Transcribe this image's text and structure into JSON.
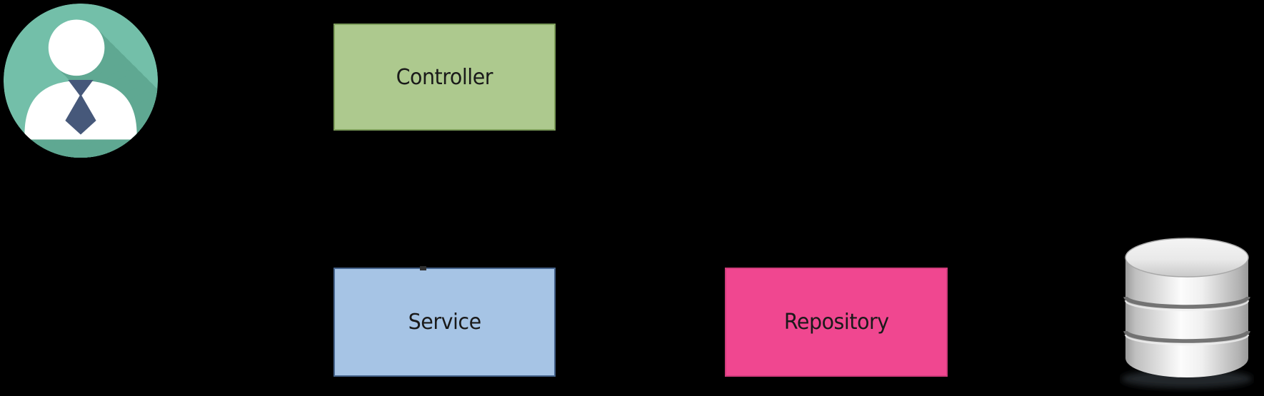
{
  "canvas": {
    "background": "#000000"
  },
  "diagram": {
    "nodes": {
      "user": {
        "icon": "user-icon",
        "colors": {
          "circle": "#73BFA9",
          "long_shadow": "#5FA892",
          "figure": "#FFFFFF",
          "tie": "#46587A"
        }
      },
      "controller": {
        "label": "Controller",
        "fill": "#ADC98E",
        "border": "#7FA05C",
        "text_color": "#1A1A1A"
      },
      "service": {
        "label": "Service",
        "fill": "#A6C4E5",
        "border": "#46648C",
        "text_color": "#1A1A1A"
      },
      "repository": {
        "label": "Repository",
        "fill": "#F04790",
        "border": "#D13C7C",
        "text_color": "#1A1A1A"
      },
      "database": {
        "icon": "database-icon",
        "colors": {
          "body_edge": "#9B9B9B",
          "body_highlight": "#FCFCFC",
          "top_surface": "#E9E9E9",
          "groove": "#6E6E6E",
          "ground_shadow": "#22272A"
        }
      }
    },
    "connector_remnant": {
      "color": "#2F2F2F"
    }
  }
}
